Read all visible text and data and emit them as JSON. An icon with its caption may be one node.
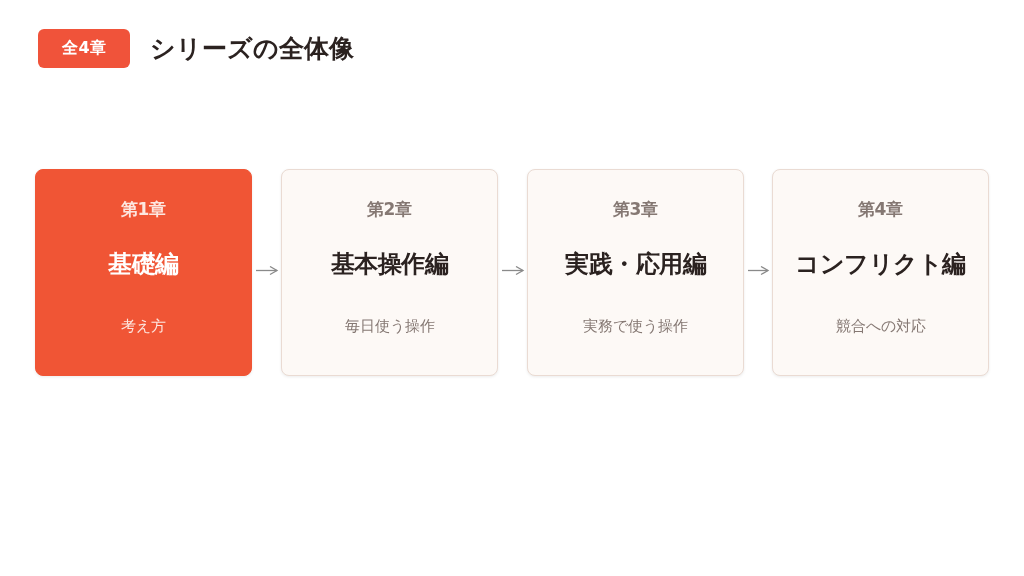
{
  "diagram": {
    "title": "シリーズの全体像",
    "nodes": [
      {
        "text": [
          "全4章"
        ]
      },
      {
        "text": [
          "第1章",
          "基礎編",
          "考え方"
        ]
      },
      {
        "text": [
          "第2章",
          "基本操作編",
          "毎日使う操作"
        ]
      },
      {
        "text": [
          "第3章",
          "実践・応用編",
          "実務で使う操作"
        ]
      },
      {
        "text": [
          "第4章",
          "コンフリクト編",
          "競合への対応"
        ]
      }
    ],
    "edges": [
      {
        "from": 1,
        "to": 2,
        "arrow": "to"
      },
      {
        "from": 2,
        "to": 3,
        "arrow": "to"
      },
      {
        "from": 3,
        "to": 4,
        "arrow": "to"
      }
    ]
  }
}
